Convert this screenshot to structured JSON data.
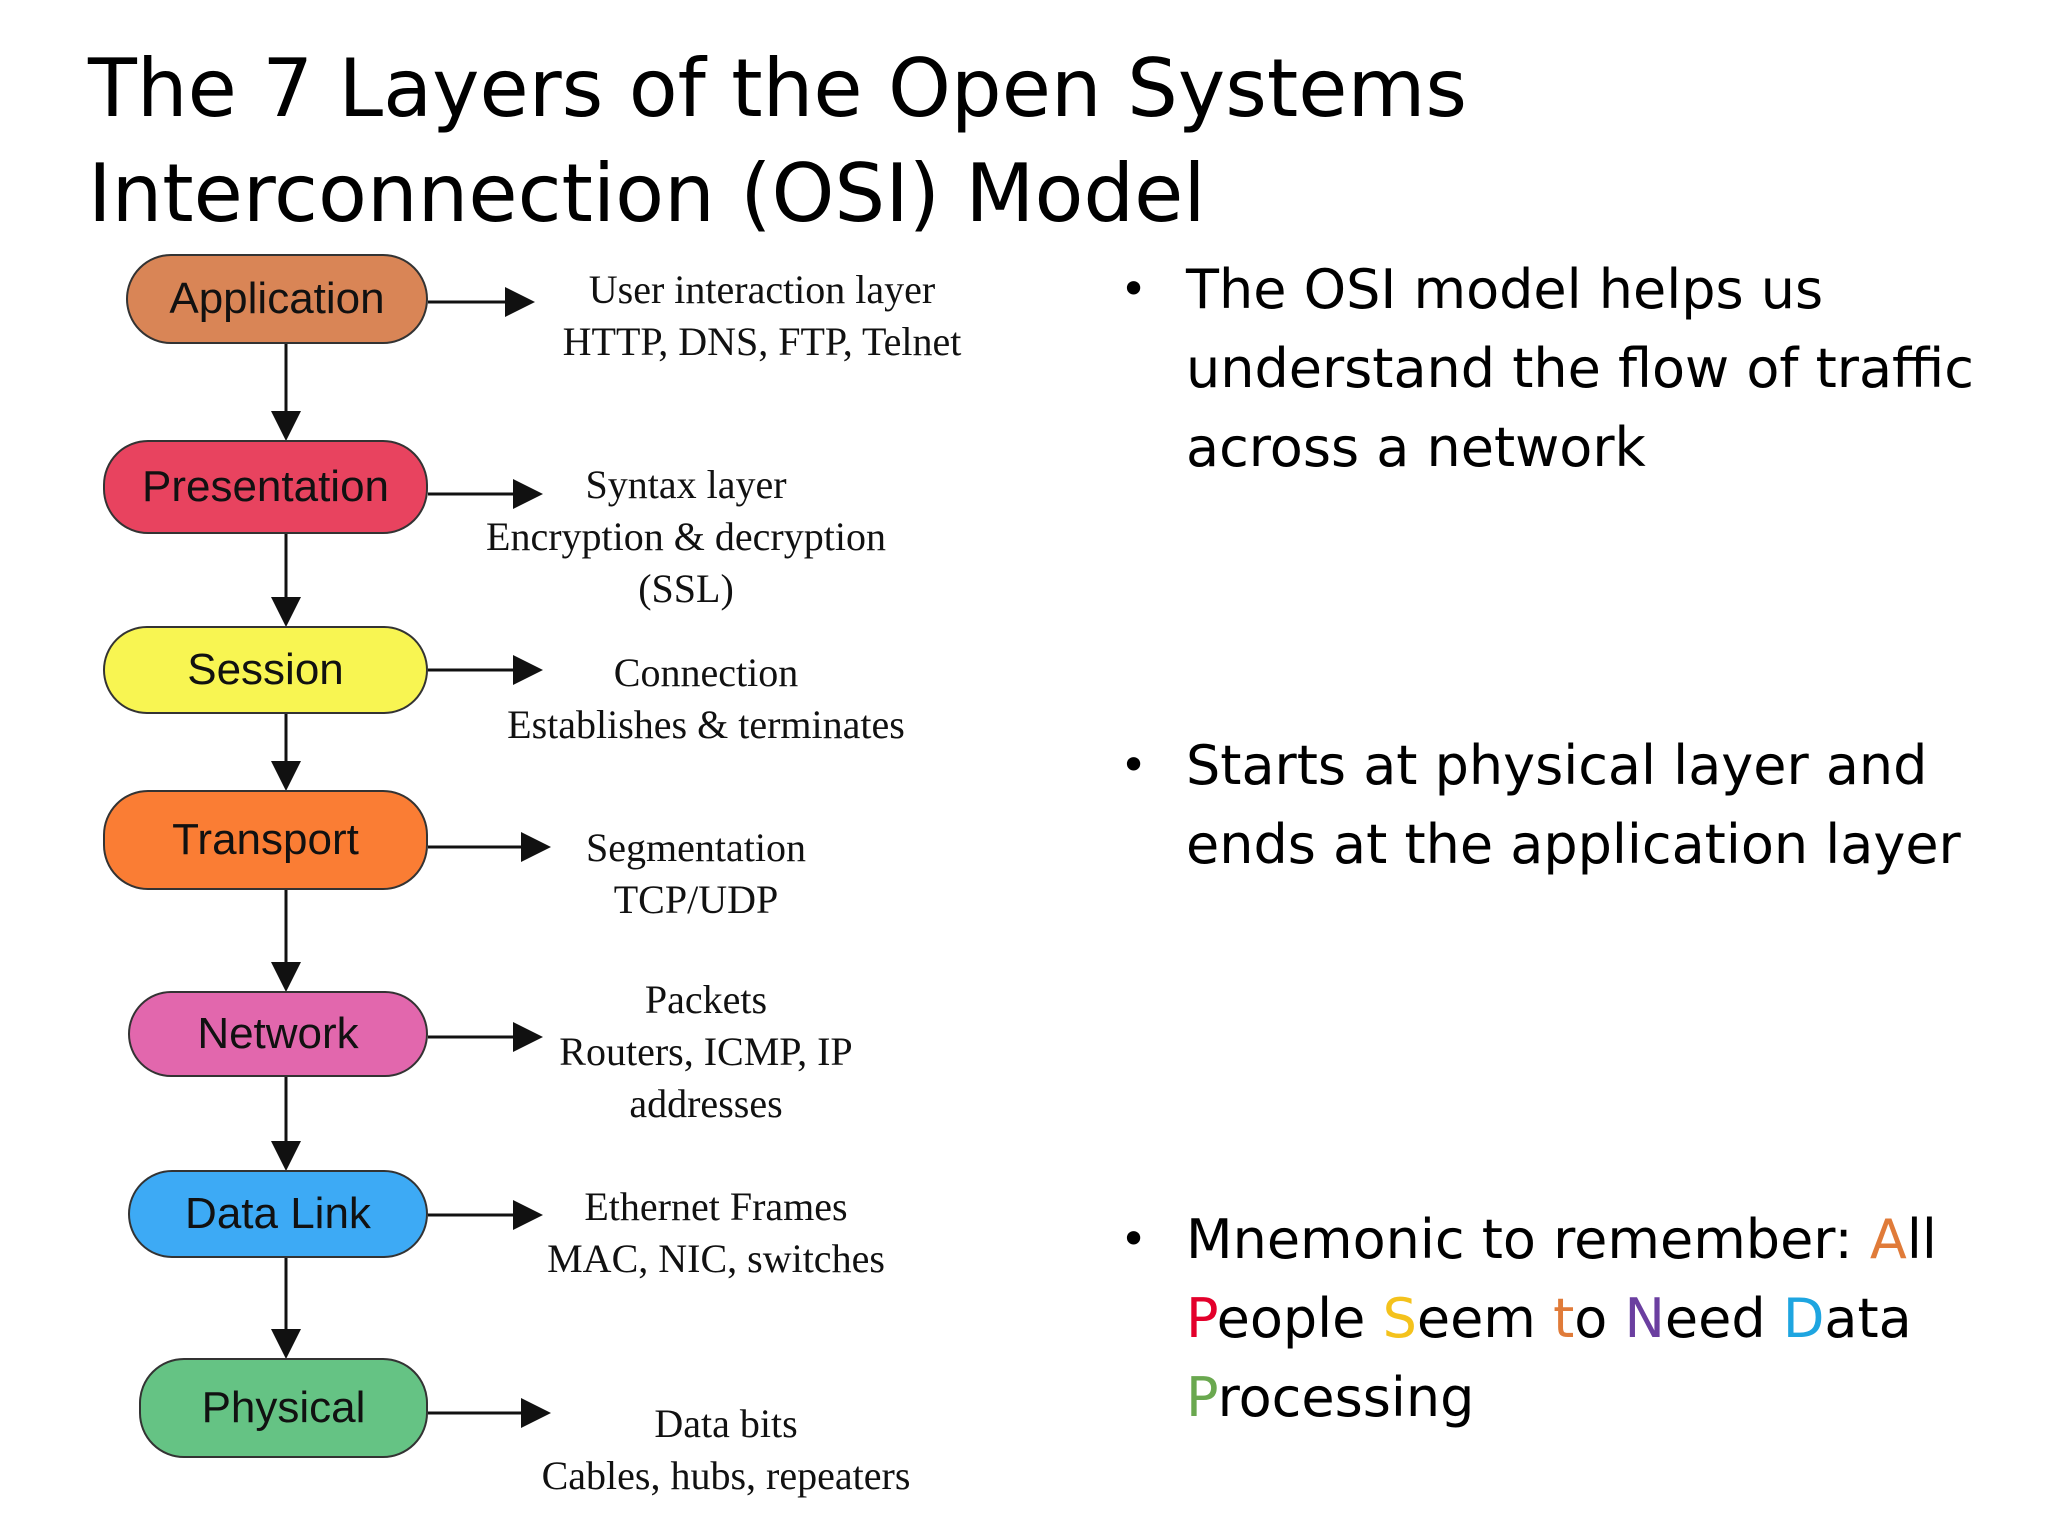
{
  "title": "The 7 Layers of the Open Systems Interconnection (OSI) Model",
  "layers": [
    {
      "name": "Application",
      "color": "#d98556",
      "lines": [
        "User interaction layer",
        "HTTP, DNS, FTP, Telnet"
      ]
    },
    {
      "name": "Presentation",
      "color": "#e8435f",
      "lines": [
        "Syntax layer",
        "Encryption & decryption",
        "(SSL)"
      ]
    },
    {
      "name": "Session",
      "color": "#f8f552",
      "lines": [
        "Connection",
        "Establishes & terminates"
      ]
    },
    {
      "name": "Transport",
      "color": "#fa7d34",
      "lines": [
        "Segmentation",
        "TCP/UDP"
      ]
    },
    {
      "name": "Network",
      "color": "#e267ad",
      "lines": [
        "Packets",
        "Routers, ICMP, IP",
        "addresses"
      ]
    },
    {
      "name": "Data Link",
      "color": "#3daaf5",
      "lines": [
        "Ethernet Frames",
        "MAC, NIC, switches"
      ]
    },
    {
      "name": "Physical",
      "color": "#65c384",
      "lines": [
        "Data bits",
        "Cables, hubs, repeaters"
      ]
    }
  ],
  "bullet_marker": "•",
  "bullets": [
    {
      "text": "The OSI model helps us understand the flow of traffic across a network"
    },
    {
      "text": "Starts at physical layer and ends at the application layer"
    }
  ],
  "mnemonic": {
    "prefix": "Mnemonic to remember: ",
    "words": [
      {
        "initial": "A",
        "rest": "ll",
        "color": "#e07b39"
      },
      {
        "initial": "P",
        "rest": "eople",
        "color": "#e3002b"
      },
      {
        "initial": "S",
        "rest": "eem",
        "color": "#f4c21c"
      },
      {
        "initial": "t",
        "rest": "o",
        "color": "#e07b39"
      },
      {
        "initial": "N",
        "rest": "eed",
        "color": "#6b3fa0"
      },
      {
        "initial": "D",
        "rest": "ata",
        "color": "#1ea5e0"
      },
      {
        "initial": "P",
        "rest": "rocessing",
        "color": "#6aa84f"
      }
    ]
  }
}
